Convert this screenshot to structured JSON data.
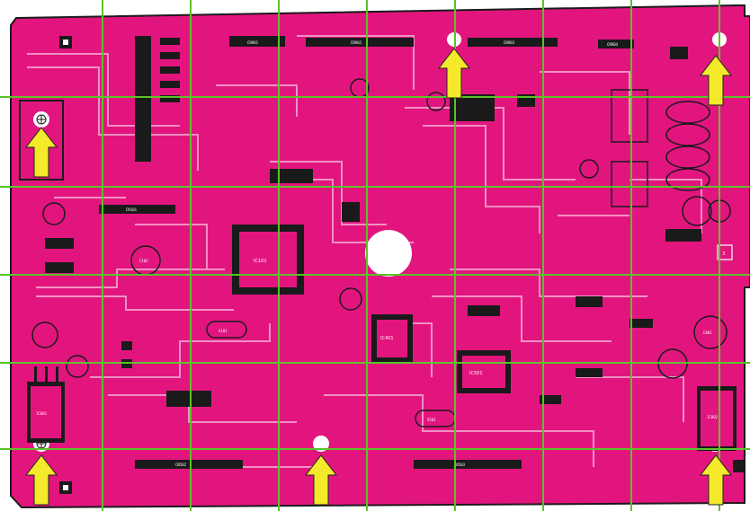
{
  "board": {
    "fill_color": "#e2157f",
    "trace_color": "#f4a6cf",
    "outline_color": "#1a1a1a",
    "grid_color": "#5cc229",
    "arrow_color": "#f4ea2a"
  },
  "silkscreen": {
    "ic_main": "IC101",
    "ic_center": "IC401",
    "ic_lower": "IC501",
    "conn_top_1": "CN901",
    "conn_top_2": "CN902",
    "conn_top_3": "CN903",
    "conn_top_4": "CN904",
    "conn_left": "CN101",
    "conn_bottom": "CN502",
    "conn_bottom_2": "CN503",
    "reg_left": "IC801",
    "reg_right": "IC802",
    "xtal_1": "X101",
    "xtal_2": "X501",
    "cap_left": "C102",
    "cap_right": "C801",
    "edge_mark": "3"
  }
}
